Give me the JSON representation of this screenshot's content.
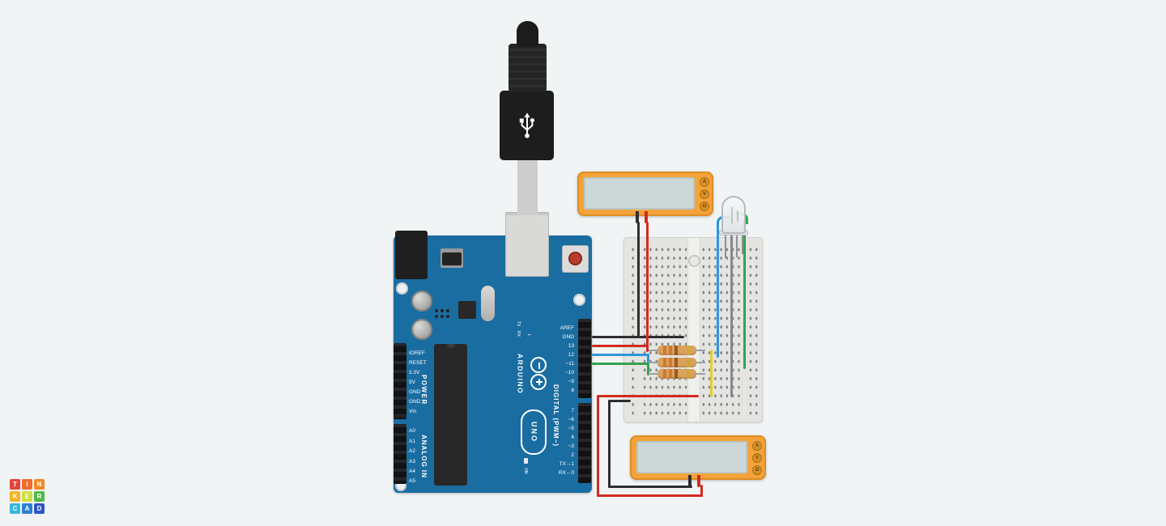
{
  "logo": {
    "name": "Tinkercad",
    "tiles": [
      {
        "letter": "T",
        "color": "#e2453d"
      },
      {
        "letter": "I",
        "color": "#ee6c2d"
      },
      {
        "letter": "N",
        "color": "#f08a27"
      },
      {
        "letter": "K",
        "color": "#f2b32a"
      },
      {
        "letter": "E",
        "color": "#cede3a"
      },
      {
        "letter": "R",
        "color": "#53b74c"
      },
      {
        "letter": "C",
        "color": "#35b8e0"
      },
      {
        "letter": "A",
        "color": "#2e7fd0"
      },
      {
        "letter": "D",
        "color": "#2e57c4"
      }
    ]
  },
  "arduino": {
    "brand": "ARDUINO",
    "model": "UNO",
    "digital_label": "DIGITAL (PWM~)",
    "power_label": "POWER",
    "analog_label": "ANALOG IN",
    "on_label": "ON",
    "tx_label": "TX",
    "rx_label": "RX",
    "l_label": "L",
    "digital_pins_top": [
      "AREF",
      "GND",
      "13",
      "12",
      "~11",
      "~10",
      "~9",
      "8"
    ],
    "digital_pins_bottom": [
      "7",
      "~6",
      "~5",
      "4",
      "~3",
      "2",
      "TX→1",
      "RX←0"
    ],
    "power_pins": [
      "IOREF",
      "RESET",
      "3.3V",
      "5V",
      "GND",
      "GND",
      "Vin"
    ],
    "analog_pins": [
      "A0",
      "A1",
      "A2",
      "A3",
      "A4",
      "A5"
    ]
  },
  "multimeter": {
    "modes": [
      "A",
      "V",
      "Ω"
    ],
    "display": ""
  },
  "palette": {
    "background": "#f1f4f5",
    "board_blue": "#1a6da1",
    "multimeter_body": "#f3a33a",
    "multimeter_screen": "#ccd7d8",
    "breadboard": "#e4e4e1",
    "resistor_body": "#d9a15e",
    "wire_black": "#2e2e31",
    "wire_red": "#d42a20",
    "wire_blue": "#2f96dc",
    "wire_green": "#35a24c",
    "wire_yellow": "#e3cd2f",
    "wire_gray": "#83888c"
  }
}
